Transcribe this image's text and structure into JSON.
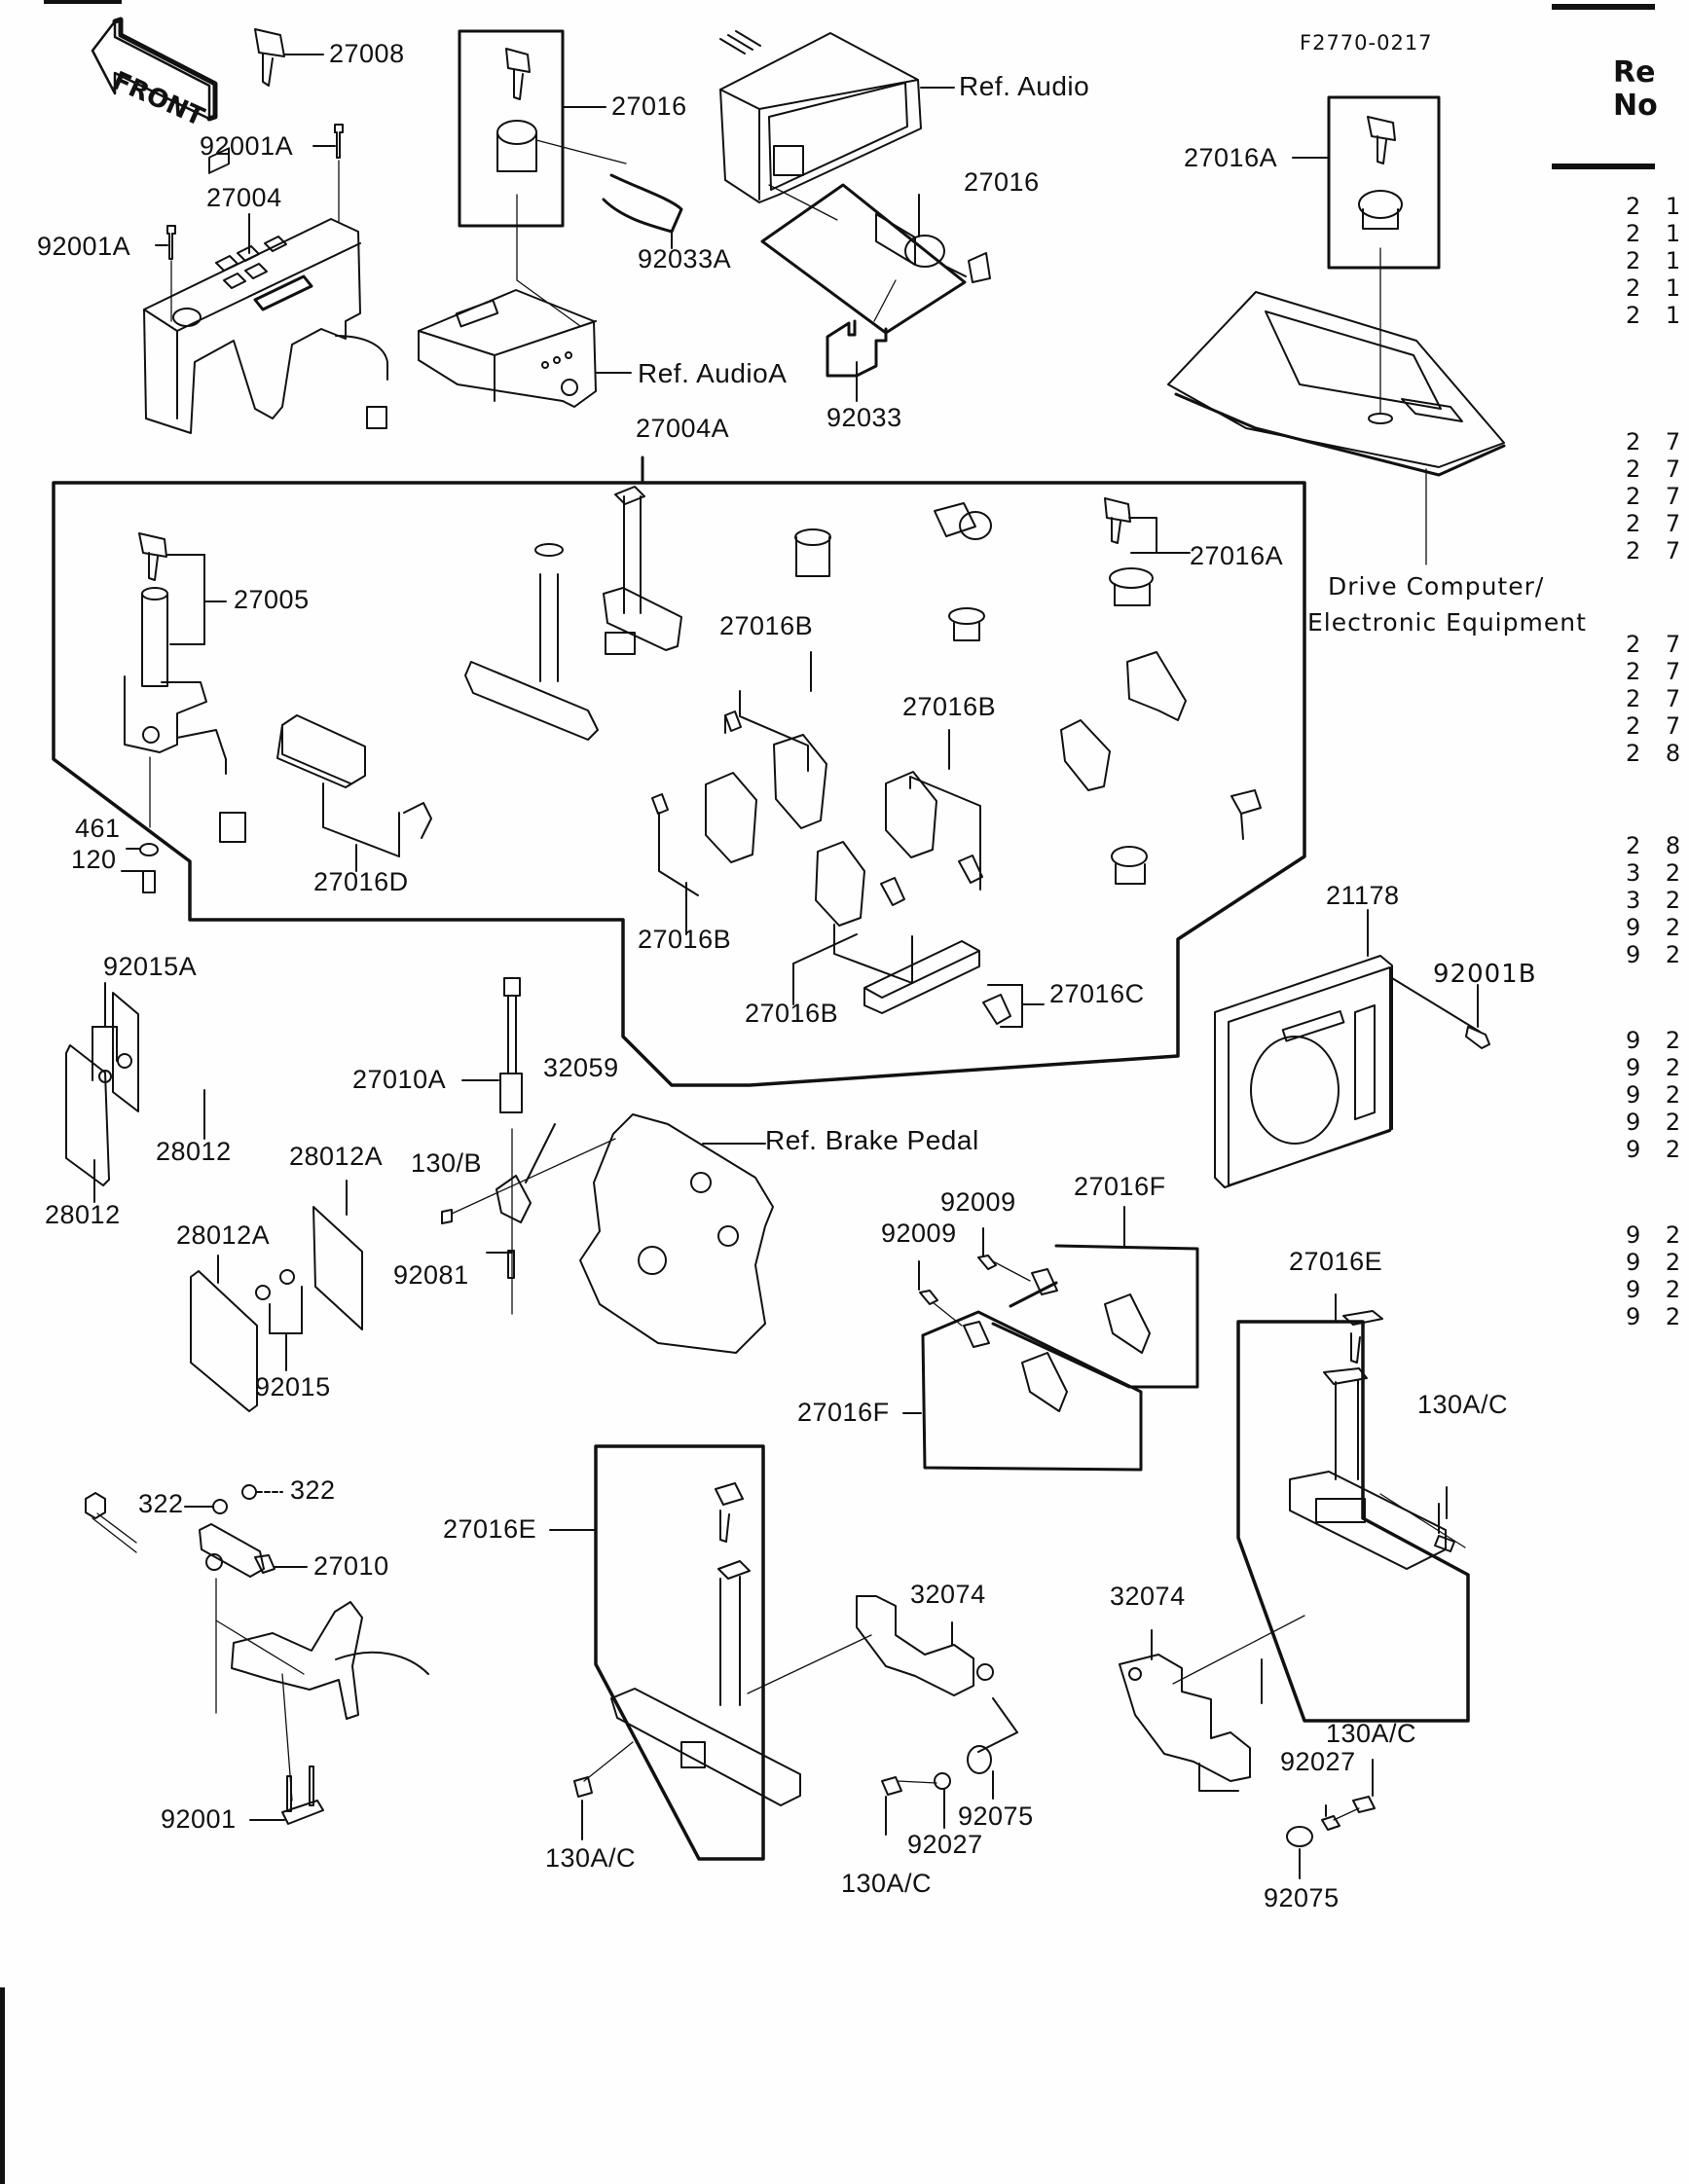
{
  "document": {
    "figure_code": "F2770-0217",
    "front_marker": "FRONT"
  },
  "callouts": {
    "k27008": "27008",
    "k92001A_top": "92001A",
    "k92001A_left": "92001A",
    "k27004": "27004",
    "k27016_box": "27016",
    "k92033A": "92033A",
    "ref_audio": "Ref. Audio",
    "k27016_diamond": "27016",
    "ref_audioA": "Ref. AudioA",
    "k92033": "92033",
    "k27004A": "27004A",
    "k27016A_top": "27016A",
    "drive_computer_line1": "Drive Computer/",
    "drive_computer_line2": "Electronic Equipment",
    "k27005": "27005",
    "k27016B_1": "27016B",
    "k27016A_inner": "27016A",
    "k27016B_2": "27016B",
    "k461": "461",
    "k120": "120",
    "k27016D": "27016D",
    "k27016B_3": "27016B",
    "k27016B_4": "27016B",
    "k27016C": "27016C",
    "k21178": "21178",
    "k92001B": "92001B",
    "k92015A": "92015A",
    "k28012_a": "28012",
    "k28012_b": "28012",
    "k27010A": "27010A",
    "k32059": "32059",
    "k130B": "130/B",
    "ref_brake_pedal": "Ref. Brake Pedal",
    "k28012A_a": "28012A",
    "k28012A_b": "28012A",
    "k92081": "92081",
    "k92015": "92015",
    "k92009_a": "92009",
    "k92009_b": "92009",
    "k27016F_a": "27016F",
    "k27016F_b": "27016F",
    "k27016E_right": "27016E",
    "k130AC_r1": "130A/C",
    "k32074_right": "32074",
    "k130AC_r2": "130A/C",
    "k92027_right": "92027",
    "k92075_right": "92075",
    "k322_a": "322",
    "k322_b": "322",
    "k27010": "27010",
    "k27016E_center": "27016E",
    "k32074_center": "32074",
    "k92001": "92001",
    "k130AC_c1": "130A/C",
    "k92027_center": "92027",
    "k92075_center": "92075",
    "k130AC_c2": "130A/C"
  },
  "parts_table": {
    "header_line1": "Re",
    "header_line2": "No",
    "rows": [
      "2 1",
      "2 1",
      "2 1",
      "2 1",
      "2 1",
      "2 7",
      "2 7",
      "2 7",
      "2 7",
      "2 7",
      "2 7",
      "2 7",
      "2 7",
      "2 7",
      "2 8",
      "2 8",
      "3 2",
      "3 2",
      "9 2",
      "9 2",
      "9 2",
      "9 2",
      "9 2",
      "9 2",
      "9 2",
      "9 2",
      "9 2",
      "9 2",
      "9 2"
    ]
  }
}
